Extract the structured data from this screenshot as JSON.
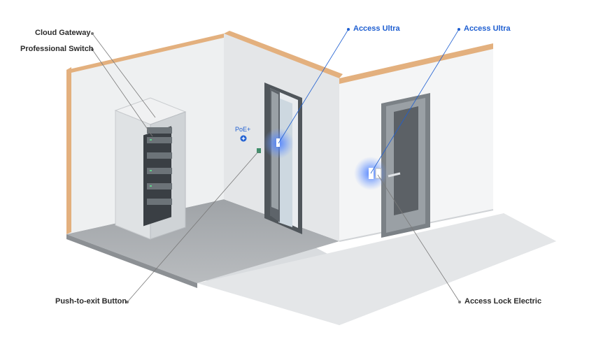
{
  "labels": {
    "cloud_gateway": "Cloud Gateway",
    "professional_switch": "Professional Switch",
    "access_ultra_1": "Access Ultra",
    "access_ultra_2": "Access Ultra",
    "poe": "PoE+",
    "push_to_exit": "Push-to-exit Button",
    "access_lock": "Access Lock Electric"
  },
  "colors": {
    "accent_blue": "#1f5fd1",
    "callout_gray": "#7a7a7a",
    "wall_edge_wood": "#e3b07e"
  },
  "icons": {
    "poe_badge": "plus-icon"
  }
}
